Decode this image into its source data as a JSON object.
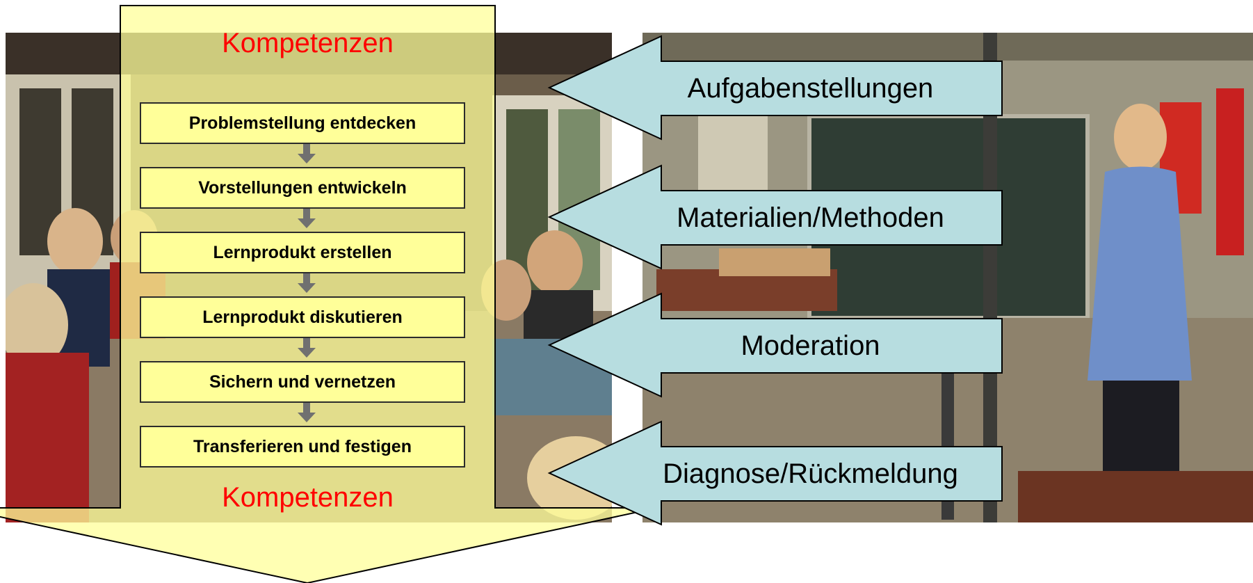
{
  "process": {
    "top_label": "Kompetenzen",
    "bottom_label": "Kompetenzen",
    "steps": [
      "Problemstellung entdecken",
      "Vorstellungen entwickeln",
      "Lernprodukt erstellen",
      "Lernprodukt diskutieren",
      "Sichern und vernetzen",
      "Transferieren und festigen"
    ]
  },
  "supports": [
    "Aufgabenstellungen",
    "Materialien/Methoden",
    "Moderation",
    "Diagnose/Rückmeldung"
  ],
  "colors": {
    "arrow_fill": "#b7dde0",
    "process_fill": "#ffff99",
    "competence_text": "#ff0000"
  }
}
